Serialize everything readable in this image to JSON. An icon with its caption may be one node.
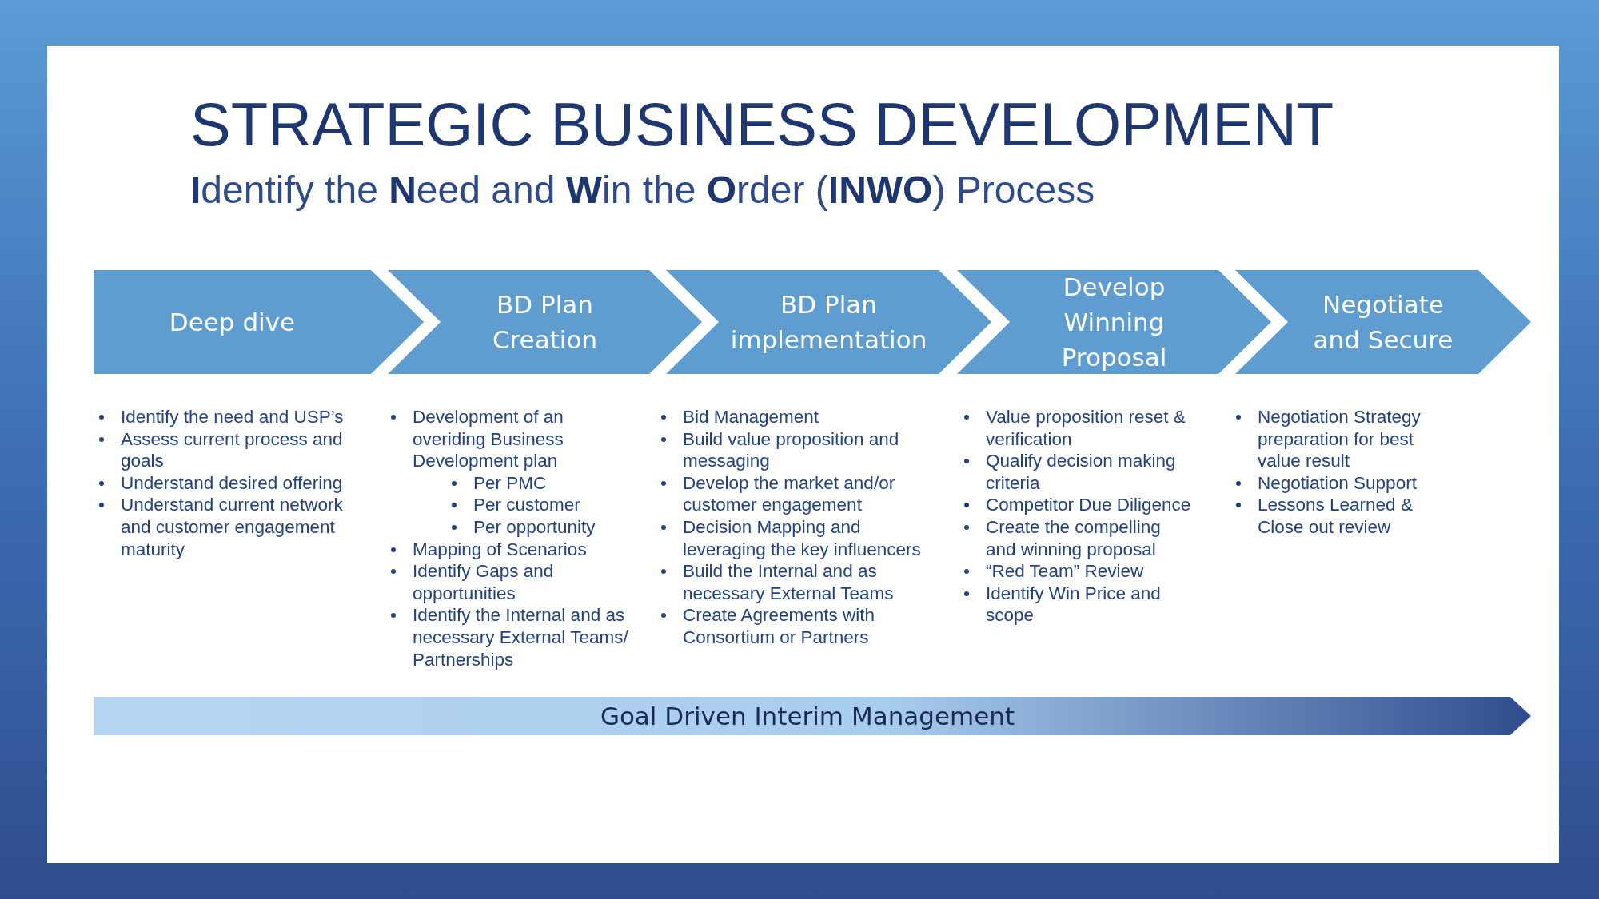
{
  "diagram": {
    "title": "STRATEGIC BUSINESS DEVELOPMENT",
    "nodes": [
      {
        "text": [
          "Deep dive"
        ],
        "beside": [
          "Identify the need and USP’s",
          "Assess current process and goals",
          "Understand desired offering",
          "Understand current network and customer engagement maturity"
        ]
      },
      {
        "text": [
          "BD Plan Creation"
        ],
        "beside": [
          "Development of an overiding Business Development plan",
          "Per PMC",
          "Per customer",
          "Per opportunity",
          "Mapping of Scenarios",
          "Identify Gaps and opportunities",
          "Identify the Internal and as necessary External Teams/ Partnerships"
        ]
      },
      {
        "text": [
          "BD Plan implementation"
        ],
        "beside": [
          "Bid Management",
          "Build value proposition and messaging",
          "Develop the market and/or customer engagement",
          "Decision Mapping and leveraging the key influencers",
          "Build the Internal and as necessary External Teams",
          "Create Agreements with Consortium or Partners"
        ]
      },
      {
        "text": [
          "Develop Winning Proposal"
        ],
        "beside": [
          "Value proposition reset & verification",
          "Qualify decision making criteria",
          "Competitor Due Diligence",
          "Create the compelling and winning proposal",
          "“Red Team” Review",
          "Identify Win Price and scope"
        ]
      },
      {
        "text": [
          "Negotiate and Secure"
        ],
        "beside": [
          "Negotiation Strategy preparation for best value result",
          "Negotiation Support",
          "Lessons Learned & Close out review"
        ]
      },
      {
        "text": [
          "Goal Driven Interim Management"
        ]
      }
    ],
    "edges": [],
    "labels": [
      "**I**dentify the **N**eed and **W**in the **O**rder (**INWO**) Process"
    ]
  }
}
